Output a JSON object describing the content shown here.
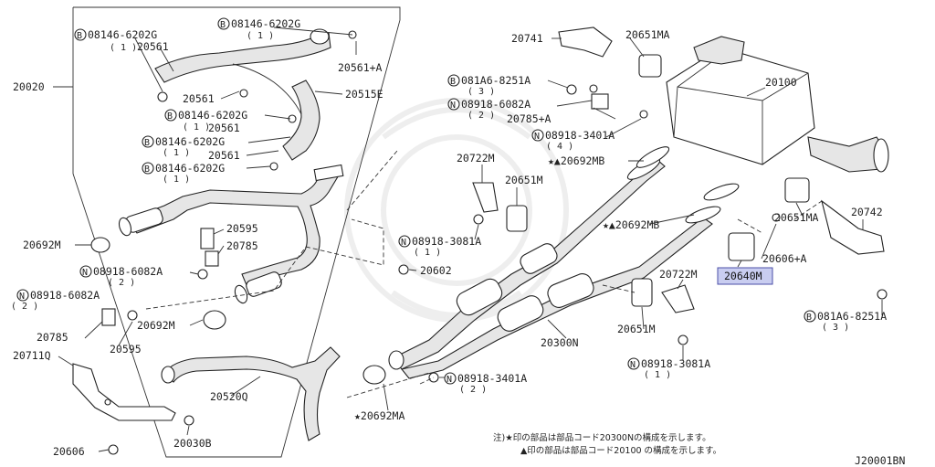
{
  "diagram_id": "J20001BN",
  "note_line1": "注)★印の部品は部品コード20300Nの構成を示します。",
  "note_line2": "▲印の部品は部品コード20100 の構成を示します。",
  "highlight_color": "#c9cdf0",
  "labels": {
    "l_08146_a": "08146-6202G",
    "s_08146_a": "( 1 )",
    "l_08146_b": "08146-6202G",
    "s_08146_b": "( 1 )",
    "l_20561_a": "20561",
    "l_20561plus": "20561+A",
    "l_20020": "20020",
    "l_20561_b": "20561",
    "l_20515e": "20515E",
    "l_08146_c": "08146-6202G",
    "s_08146_c": "( 1 )",
    "l_20561_c": "20561",
    "l_08146_d": "08146-6202G",
    "s_08146_d": "( 1 )",
    "l_20561_d": "20561",
    "l_08146_e": "08146-6202G",
    "s_08146_e": "( 1 )",
    "l_20595_a": "20595",
    "l_20785_a": "20785",
    "l_20692m_a": "20692M",
    "l_08918_6082a_a": "08918-6082A",
    "s_08918_6082a_a": "( 2 )",
    "l_08918_6082a_b": "08918-6082A",
    "s_08918_6082a_b": "( 2 )",
    "l_20602": "20602",
    "l_20692m_b": "20692M",
    "l_20785_b": "20785",
    "l_20595_b": "20595",
    "l_20711q": "20711Q",
    "l_20520q": "20520Q",
    "l_20606": "20606",
    "l_20030b": "20030B",
    "l_20741": "20741",
    "l_20651ma_a": "20651MA",
    "l_081a6_a": "081A6-8251A",
    "s_081a6_a": "( 3 )",
    "l_08918_6082a_c": "08918-6082A",
    "s_08918_6082a_c": "( 2 )",
    "l_20785a": "20785+A",
    "l_20100": "20100",
    "l_08918_3401a_a": "08918-3401A",
    "s_08918_3401a_a": "( 4 )",
    "l_20692mb_a": "★▲20692MB",
    "l_20722m_a": "20722M",
    "l_20651m_a": "20651M",
    "l_20692mb_b": "★▲20692MB",
    "l_08918_3081a_a": "08918-3081A",
    "s_08918_3081a_a": "( 1 )",
    "l_20651ma_b": "20651MA",
    "l_20742": "20742",
    "l_20606a": "20606+A",
    "l_20640m": "20640M",
    "l_20722m_b": "20722M",
    "l_081a6_b": "081A6-8251A",
    "s_081a6_b": "( 3 )",
    "l_20651m_b": "20651M",
    "l_20300n": "20300N",
    "l_08918_3081a_b": "08918-3081A",
    "s_08918_3081a_b": "( 1 )",
    "l_08918_3401a_b": "08918-3401A",
    "s_08918_3401a_b": "( 2 )",
    "l_20692ma": "★20692MA"
  }
}
